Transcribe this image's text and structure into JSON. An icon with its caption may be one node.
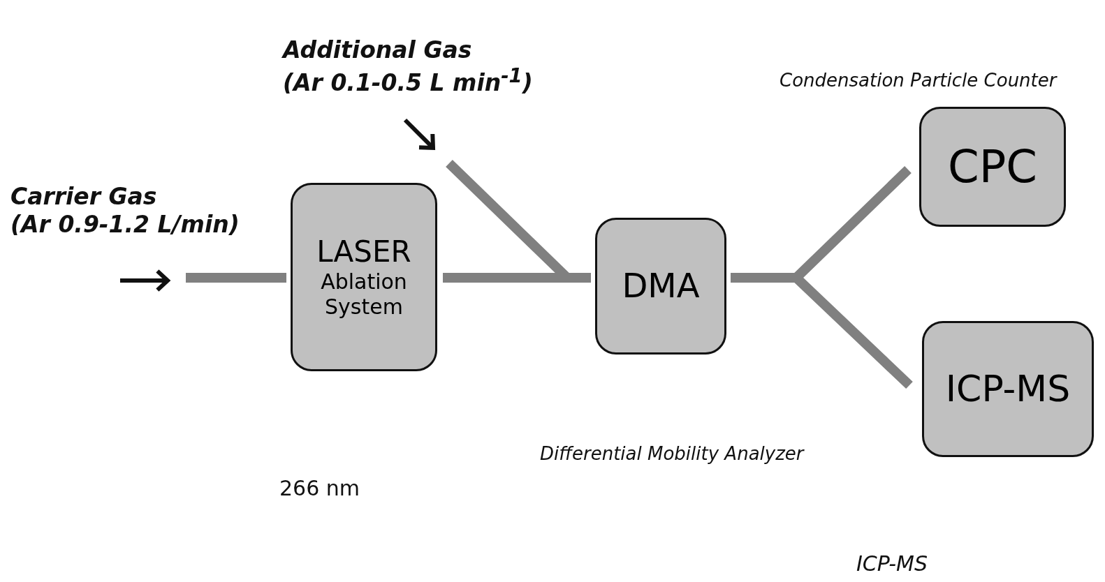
{
  "diagram": {
    "nodes": [
      {
        "text": [
          "Carrier Gas",
          "(Ar 0.9-1.2 L/min)"
        ]
      },
      {
        "text": [
          "Additional Gas",
          "(Ar 0.1-0.5 L min$^{-1}$)"
        ]
      },
      {
        "text": [
          "LASER",
          "Ablation System"
        ]
      },
      {
        "text": [
          "DMA"
        ]
      },
      {
        "text": [
          "CPC"
        ]
      },
      {
        "text": [
          "ICP-MS"
        ]
      }
    ],
    "edges": [
      {
        "from": 0,
        "to": 2,
        "arrow": "none"
      },
      {
        "from": 2,
        "to": 3,
        "arrow": "none"
      },
      {
        "from": 1,
        "to": 3,
        "arrow": "none"
      },
      {
        "from": 3,
        "to": 4,
        "arrow": "none"
      },
      {
        "from": 3,
        "to": 5,
        "arrow": "none"
      }
    ],
    "labels": [
      "Condensation Particle Counter",
      "Differential Mobility Analyzer",
      "266 nm",
      "ICP-MS"
    ]
  }
}
